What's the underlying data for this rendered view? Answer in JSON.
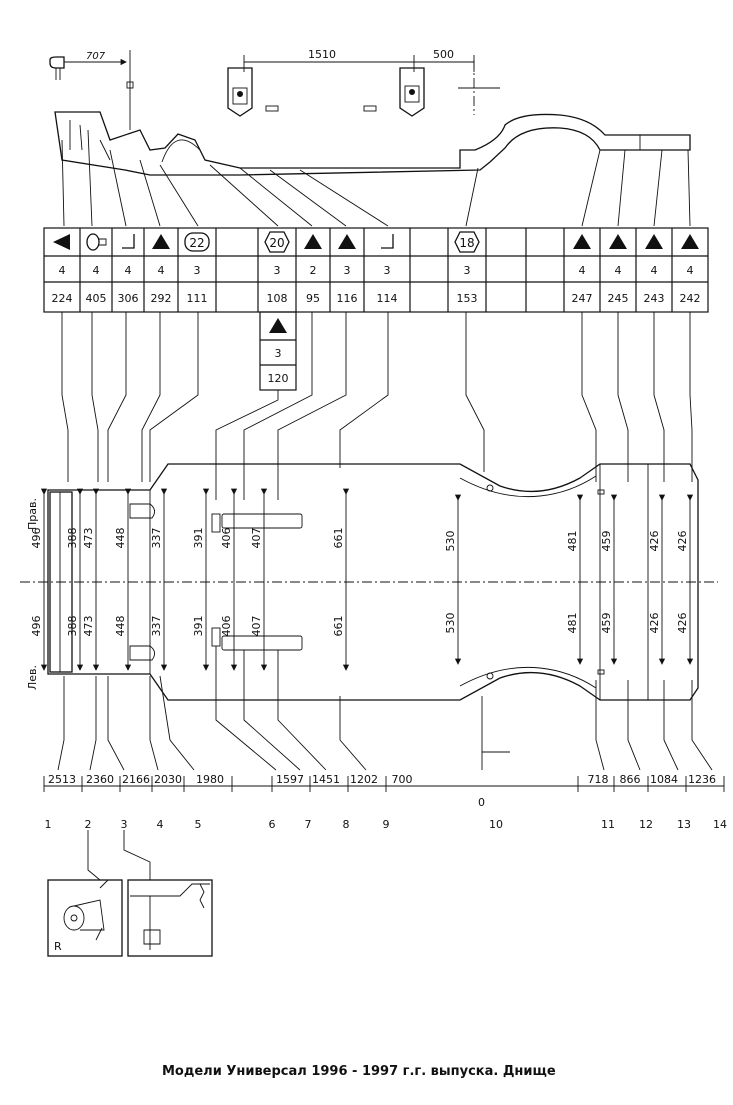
{
  "caption": "Модели Универсал 1996 - 1997 г.г. выпуска. Днище",
  "side_labels": {
    "right": "Прав.",
    "left": "Лев."
  },
  "top_dims": {
    "d1510": "1510",
    "d500": "500",
    "d707": "707"
  },
  "symbol_table": {
    "columns": [
      {
        "symbol": "tri-left",
        "qty": "4",
        "code": "224"
      },
      {
        "symbol": "bolt-icon",
        "qty": "4",
        "code": "405"
      },
      {
        "symbol": "corner",
        "qty": "4",
        "code": "306"
      },
      {
        "symbol": "tri",
        "qty": "4",
        "code": "292"
      },
      {
        "symbol": "circ",
        "num": "22",
        "qty": "3",
        "code": "111"
      },
      {
        "symbol": "empty",
        "qty": "",
        "code": ""
      },
      {
        "symbol": "hex",
        "num": "20",
        "qty": "3",
        "code": "108"
      },
      {
        "symbol": "tri",
        "qty": "2",
        "code": "95"
      },
      {
        "symbol": "tri",
        "qty": "3",
        "code": "116"
      },
      {
        "symbol": "corner",
        "qty": "3",
        "code": "114"
      },
      {
        "symbol": "empty",
        "qty": "",
        "code": ""
      },
      {
        "symbol": "hex",
        "num": "18",
        "qty": "3",
        "code": "153"
      },
      {
        "symbol": "empty",
        "qty": "",
        "code": ""
      },
      {
        "symbol": "empty",
        "qty": "",
        "code": ""
      },
      {
        "symbol": "tri",
        "qty": "4",
        "code": "247"
      },
      {
        "symbol": "tri",
        "qty": "4",
        "code": "245"
      },
      {
        "symbol": "tri",
        "qty": "4",
        "code": "243"
      },
      {
        "symbol": "tri",
        "qty": "4",
        "code": "242"
      }
    ],
    "sub_cell": {
      "symbol": "tri",
      "qty": "3",
      "code": "120"
    }
  },
  "vertical_dims": [
    "496",
    "388",
    "473",
    "448",
    "337",
    "391",
    "406",
    "407",
    "661",
    "530",
    "481",
    "459",
    "426",
    "426"
  ],
  "bottom_dims": [
    "2513",
    "2360",
    "2166",
    "2030",
    "1980",
    "1597",
    "1451",
    "1202",
    "700",
    "718",
    "866",
    "1084",
    "1236"
  ],
  "zero_label": "0",
  "point_numbers": [
    "1",
    "2",
    "3",
    "4",
    "5",
    "6",
    "7",
    "8",
    "9",
    "10",
    "11",
    "12",
    "13",
    "14"
  ],
  "detail_label": "R"
}
